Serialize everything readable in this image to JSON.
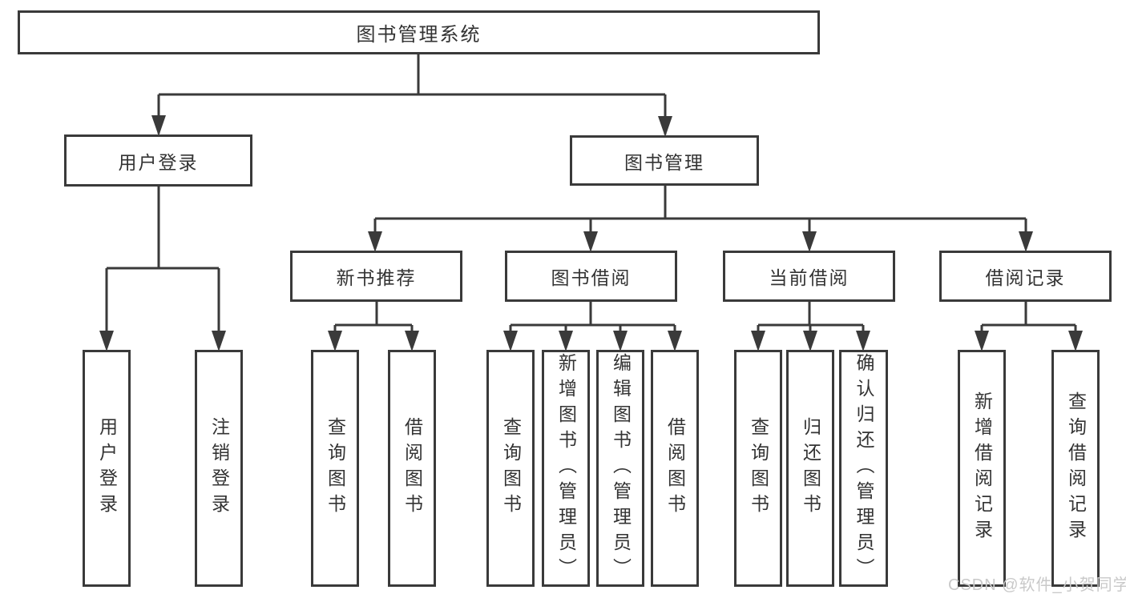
{
  "diagram": {
    "root": "图书管理系统",
    "branches": [
      {
        "label": "用户登录",
        "leaves": [
          "用户登录",
          "注销登录"
        ]
      },
      {
        "label": "图书管理",
        "children": [
          {
            "label": "新书推荐",
            "leaves": [
              "查询图书",
              "借阅图书"
            ]
          },
          {
            "label": "图书借阅",
            "leaves": [
              "查询图书",
              "新增图书（管理员）",
              "编辑图书（管理员）",
              "借阅图书"
            ]
          },
          {
            "label": "当前借阅",
            "leaves": [
              "查询图书",
              "归还图书",
              "确认归还（管理员）"
            ]
          },
          {
            "label": "借阅记录",
            "leaves": [
              "新增借阅记录",
              "查询借阅记录"
            ]
          }
        ]
      }
    ]
  },
  "watermark": {
    "text": "CSDN @软件_小贺同学"
  },
  "colors": {
    "line": "#3a3a3a",
    "text": "#333333",
    "watermark": "#c9c9c9",
    "background": "#ffffff"
  }
}
